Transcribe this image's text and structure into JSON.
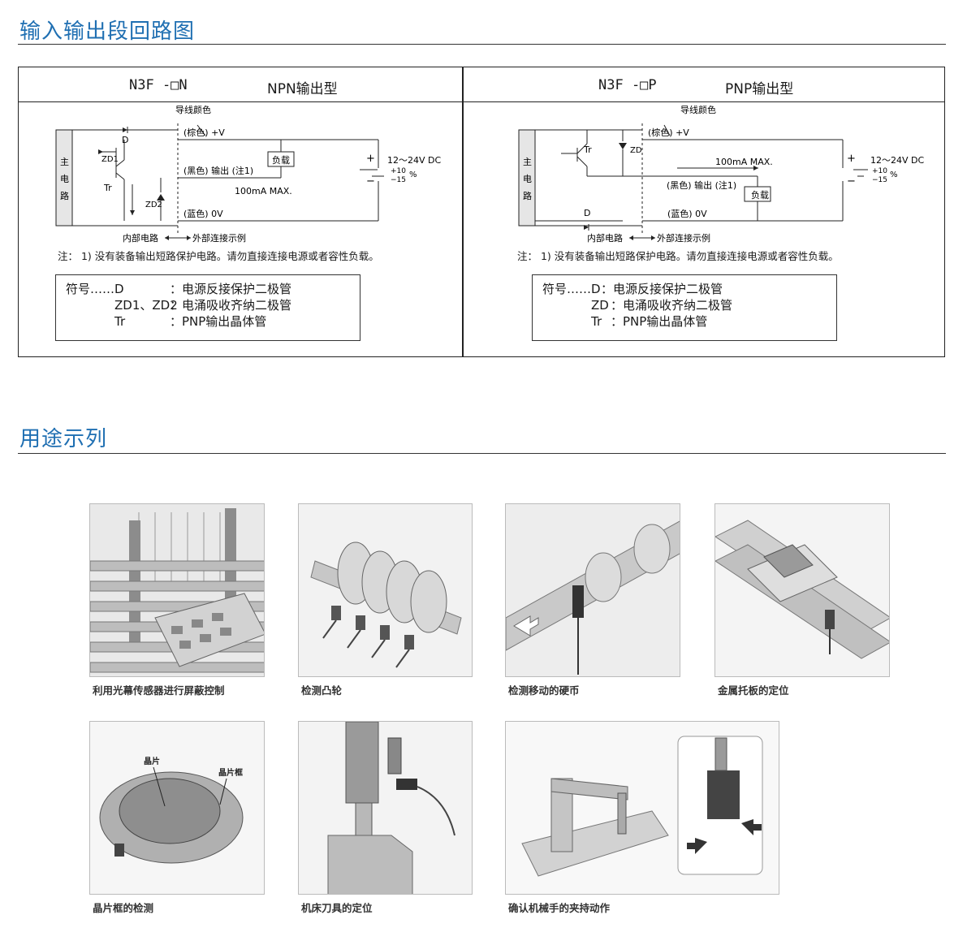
{
  "sections": {
    "circuit_title": "输入输出段回路图",
    "usage_title": "用途示列"
  },
  "npn": {
    "model": "N3F -□N",
    "type": "NPN输出型",
    "wire_color": "导线颜色",
    "brown": "(棕色) +V",
    "black": "(黑色) 输出 (注1)",
    "blue": "(蓝色) 0V",
    "load": "负载",
    "max_current": "100mA MAX.",
    "main_circuit": [
      "主",
      "电",
      "路"
    ],
    "d": "D",
    "zd1": "ZD1",
    "zd2": "ZD2",
    "tr": "Tr",
    "supply": "12～24V DC",
    "tol_plus": "+10",
    "tol_minus": "−15",
    "percent": "%",
    "internal": "内部电路",
    "external": "外部连接示例",
    "note": "注：  1) 没有装备输出短路保护电路。请勿直接连接电源或者容性负载。",
    "legend": [
      {
        "sym": "符号……D",
        "desc": "：电源反接保护二极管"
      },
      {
        "sym": "ZD1、ZD2",
        "desc": "：电涌吸收齐纳二极管"
      },
      {
        "sym": "Tr",
        "desc": "：PNP输出晶体管"
      }
    ]
  },
  "pnp": {
    "model": "N3F -□P",
    "type": "PNP输出型",
    "wire_color": "导线颜色",
    "brown": "(棕色) +V",
    "black": "(黑色) 输出 (注1)",
    "blue": "(蓝色) 0V",
    "load": "负载",
    "max_current": "100mA MAX.",
    "main_circuit": [
      "主",
      "电",
      "路"
    ],
    "d": "D",
    "zd": "ZD",
    "tr": "Tr",
    "supply": "12～24V DC",
    "tol_plus": "+10",
    "tol_minus": "−15",
    "percent": "%",
    "internal": "内部电路",
    "external": "外部连接示例",
    "note": "注：  1) 没有装备输出短路保护电路。请勿直接连接电源或者容性负载。",
    "legend": [
      {
        "sym": "符号……D",
        "desc": "：电源反接保护二极管"
      },
      {
        "sym": "ZD",
        "desc": "：电涌吸收齐纳二极管"
      },
      {
        "sym": "Tr",
        "desc": "：PNP输出晶体管"
      }
    ]
  },
  "applications": [
    {
      "caption": "利用光幕传感器进行屏蔽控制"
    },
    {
      "caption": "检测凸轮"
    },
    {
      "caption": "检测移动的硬币"
    },
    {
      "caption": "金属托板的定位"
    },
    {
      "caption": "晶片框的检测",
      "labels": [
        "晶片",
        "晶片框"
      ]
    },
    {
      "caption": "机床刀具的定位"
    },
    {
      "caption": "确认机械手的夹持动作"
    }
  ]
}
